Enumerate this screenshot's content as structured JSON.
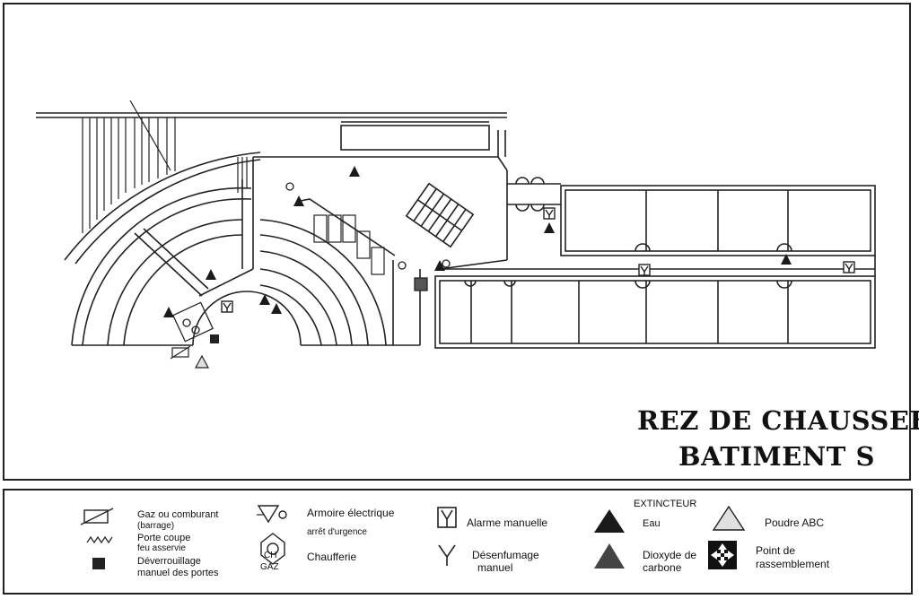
{
  "title": {
    "line1": "REZ DE CHAUSSEE",
    "line2": "BATIMENT S"
  },
  "legend": {
    "gaz_label": "Gaz ou comburant",
    "gaz_sub": "(barrage)",
    "porte_coupe_label": "Porte coupe",
    "porte_coupe_sub": "feu asservie",
    "deverrouillage_label": "Déverrouillage",
    "deverrouillage_sub": "manuel des portes",
    "armoire_label": "Armoire électrique",
    "arret_label": "arrêt d'urgence",
    "chaufferie_label": "Chaufferie",
    "ch_icon_text": "CH",
    "gaz_icon_text": "GAZ",
    "alarme_label": "Alarme manuelle",
    "desenfumage_label": "Désenfumage",
    "desenfumage_sub": "manuel",
    "extincteur_heading": "EXTINCTEUR",
    "eau_label": "Eau",
    "dioxyde_label": "Dioxyde de",
    "dioxyde_sub": "carbone",
    "poudre_label": "Poudre ABC",
    "point_label": "Point de",
    "point_sub": "rassemblement"
  },
  "colors": {
    "line": "#222222",
    "eau_fill": "#1a1a1a",
    "co2_fill": "#444444",
    "poudre_fill": "#e0e0e0"
  }
}
